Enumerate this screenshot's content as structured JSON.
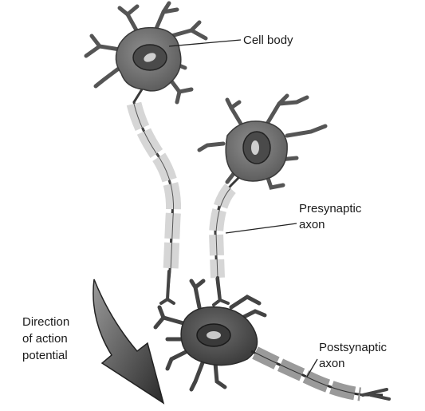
{
  "labels": {
    "cell_body": "Cell body",
    "presynaptic": [
      "Presynaptic",
      "axon"
    ],
    "postsynaptic": [
      "Postsynaptic",
      "axon"
    ],
    "direction": [
      "Direction",
      "of action",
      "potential"
    ]
  }
}
